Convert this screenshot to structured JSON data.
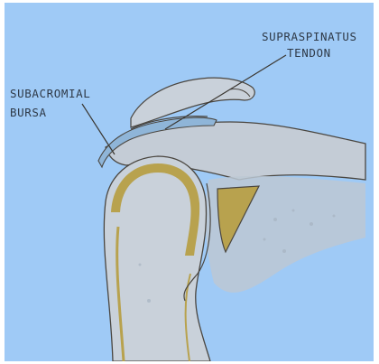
{
  "labels": {
    "supraspinatus_line1": "SUPRASPINATUS",
    "supraspinatus_line2": "TENDON",
    "subacromial_line1": "SUBACROMIAL",
    "subacromial_line2": "BURSA"
  },
  "colors": {
    "background": "#9fcaf6",
    "bone_fill": "#c7d0d9",
    "cartilage": "#b8a24e",
    "outline": "#4a4640",
    "text": "#2f3a48"
  }
}
